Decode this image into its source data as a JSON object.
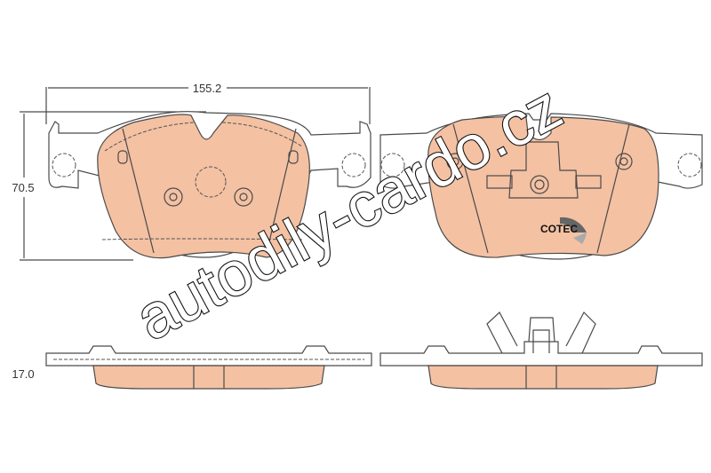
{
  "dimensions": {
    "width": "155.2",
    "height": "70.5",
    "thickness": "17.0"
  },
  "logo": {
    "text": "COTEC"
  },
  "watermark": "autodily-cardo.cz",
  "colors": {
    "pad": "#f4c1a3",
    "line": "#4a4a4a"
  }
}
